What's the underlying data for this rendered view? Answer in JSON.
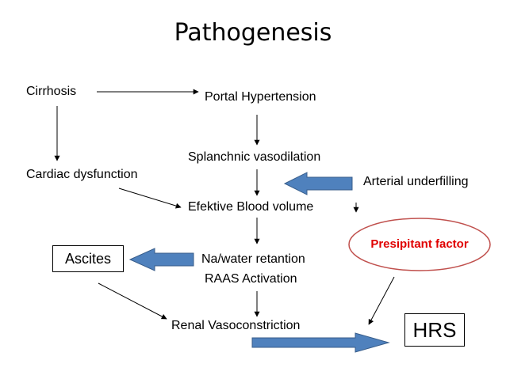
{
  "title": "Pathogenesis",
  "nodes": {
    "cirrhosis": "Cirrhosis",
    "portal_hypertension": "Portal Hypertension",
    "splanchnic_vasodilation": "Splanchnic vasodilation",
    "cardiac_dysfunction": "Cardiac dysfunction",
    "arterial_underfilling": "Arterial underfilling",
    "effective_blood_volume": "Efektive Blood volume",
    "na_water_retention": "Na/water retantion",
    "raas_activation": "RAAS Activation",
    "ascites": "Ascites",
    "precipitant_factor": "Presipitant factor",
    "renal_vasoconstriction": "Renal Vasoconstriction",
    "hrs": "HRS"
  },
  "colors": {
    "block_arrow_fill": "#4f81bd",
    "block_arrow_stroke": "#385d8a",
    "precipitant_text": "#e00000",
    "precipitant_ellipse": "#c0504d",
    "line": "#000000"
  }
}
